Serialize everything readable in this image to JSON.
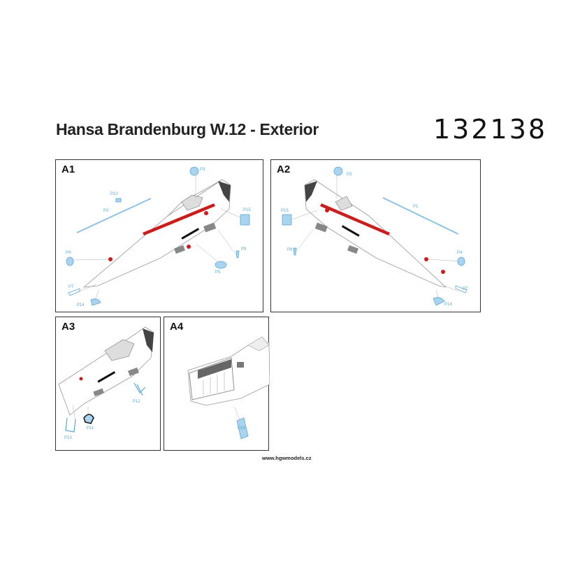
{
  "header": {
    "title": "Hansa Brandenburg W.12 - Exterior",
    "code": "132138"
  },
  "colors": {
    "part_blue": "#a9d3ef",
    "part_stroke": "#5aa8d6",
    "red": "#cc1d1d",
    "line": "#b0b0b0",
    "frame": "#333333"
  },
  "panels": {
    "a1": {
      "label": "A1",
      "parts": [
        "P3",
        "P10",
        "P2",
        "P15",
        "P4",
        "P9",
        "P5",
        "P7",
        "P14"
      ]
    },
    "a2": {
      "label": "A2",
      "parts": [
        "P3",
        "P15",
        "P1",
        "P9",
        "P4",
        "P7",
        "P14"
      ]
    },
    "a3": {
      "label": "A3",
      "parts": [
        "P12",
        "P11",
        "P13"
      ]
    },
    "a4": {
      "label": "A4",
      "parts": [
        "P16"
      ]
    }
  },
  "footer": {
    "website": "www.hgwmodels.cz"
  }
}
